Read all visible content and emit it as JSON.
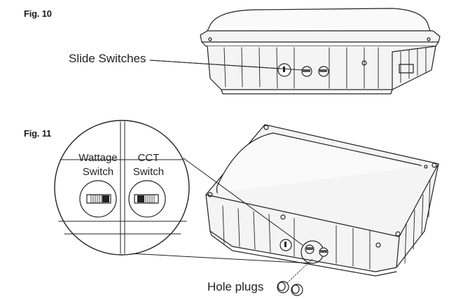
{
  "fig10": {
    "label": "Fig. 10",
    "callout": "Slide Switches"
  },
  "fig11": {
    "label": "Fig. 11",
    "callout": "Hole plugs",
    "zoom": {
      "left_label_line1": "Wattage",
      "left_label_line2": "Switch",
      "right_label_line1": "CCT",
      "right_label_line2": "Switch"
    }
  },
  "colors": {
    "line": "#222222",
    "housing_fill": "#f4f4f4",
    "lens_fill": "#fafafa"
  }
}
